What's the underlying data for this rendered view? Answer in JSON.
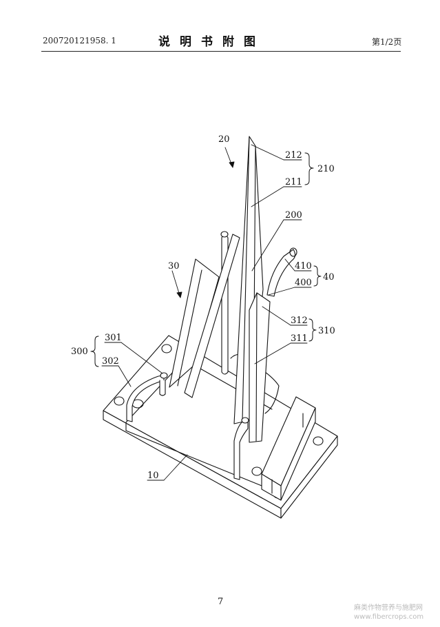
{
  "header": {
    "application_number": "200720121958. 1",
    "title": "说明书附图",
    "page_indicator": "第1/2页"
  },
  "figure": {
    "labels": {
      "l20": "20",
      "l212": "212",
      "l210": "210",
      "l211": "211",
      "l200": "200",
      "l30": "30",
      "l410": "410",
      "l40": "40",
      "l400": "400",
      "l312": "312",
      "l310": "310",
      "l311": "311",
      "l301": "301",
      "l300": "300",
      "l302": "302",
      "l10": "10"
    }
  },
  "footer": {
    "page_number": "7"
  },
  "watermark": {
    "line1": "麻类作物营养与施肥网",
    "line2": "www.fibercrops.com"
  }
}
